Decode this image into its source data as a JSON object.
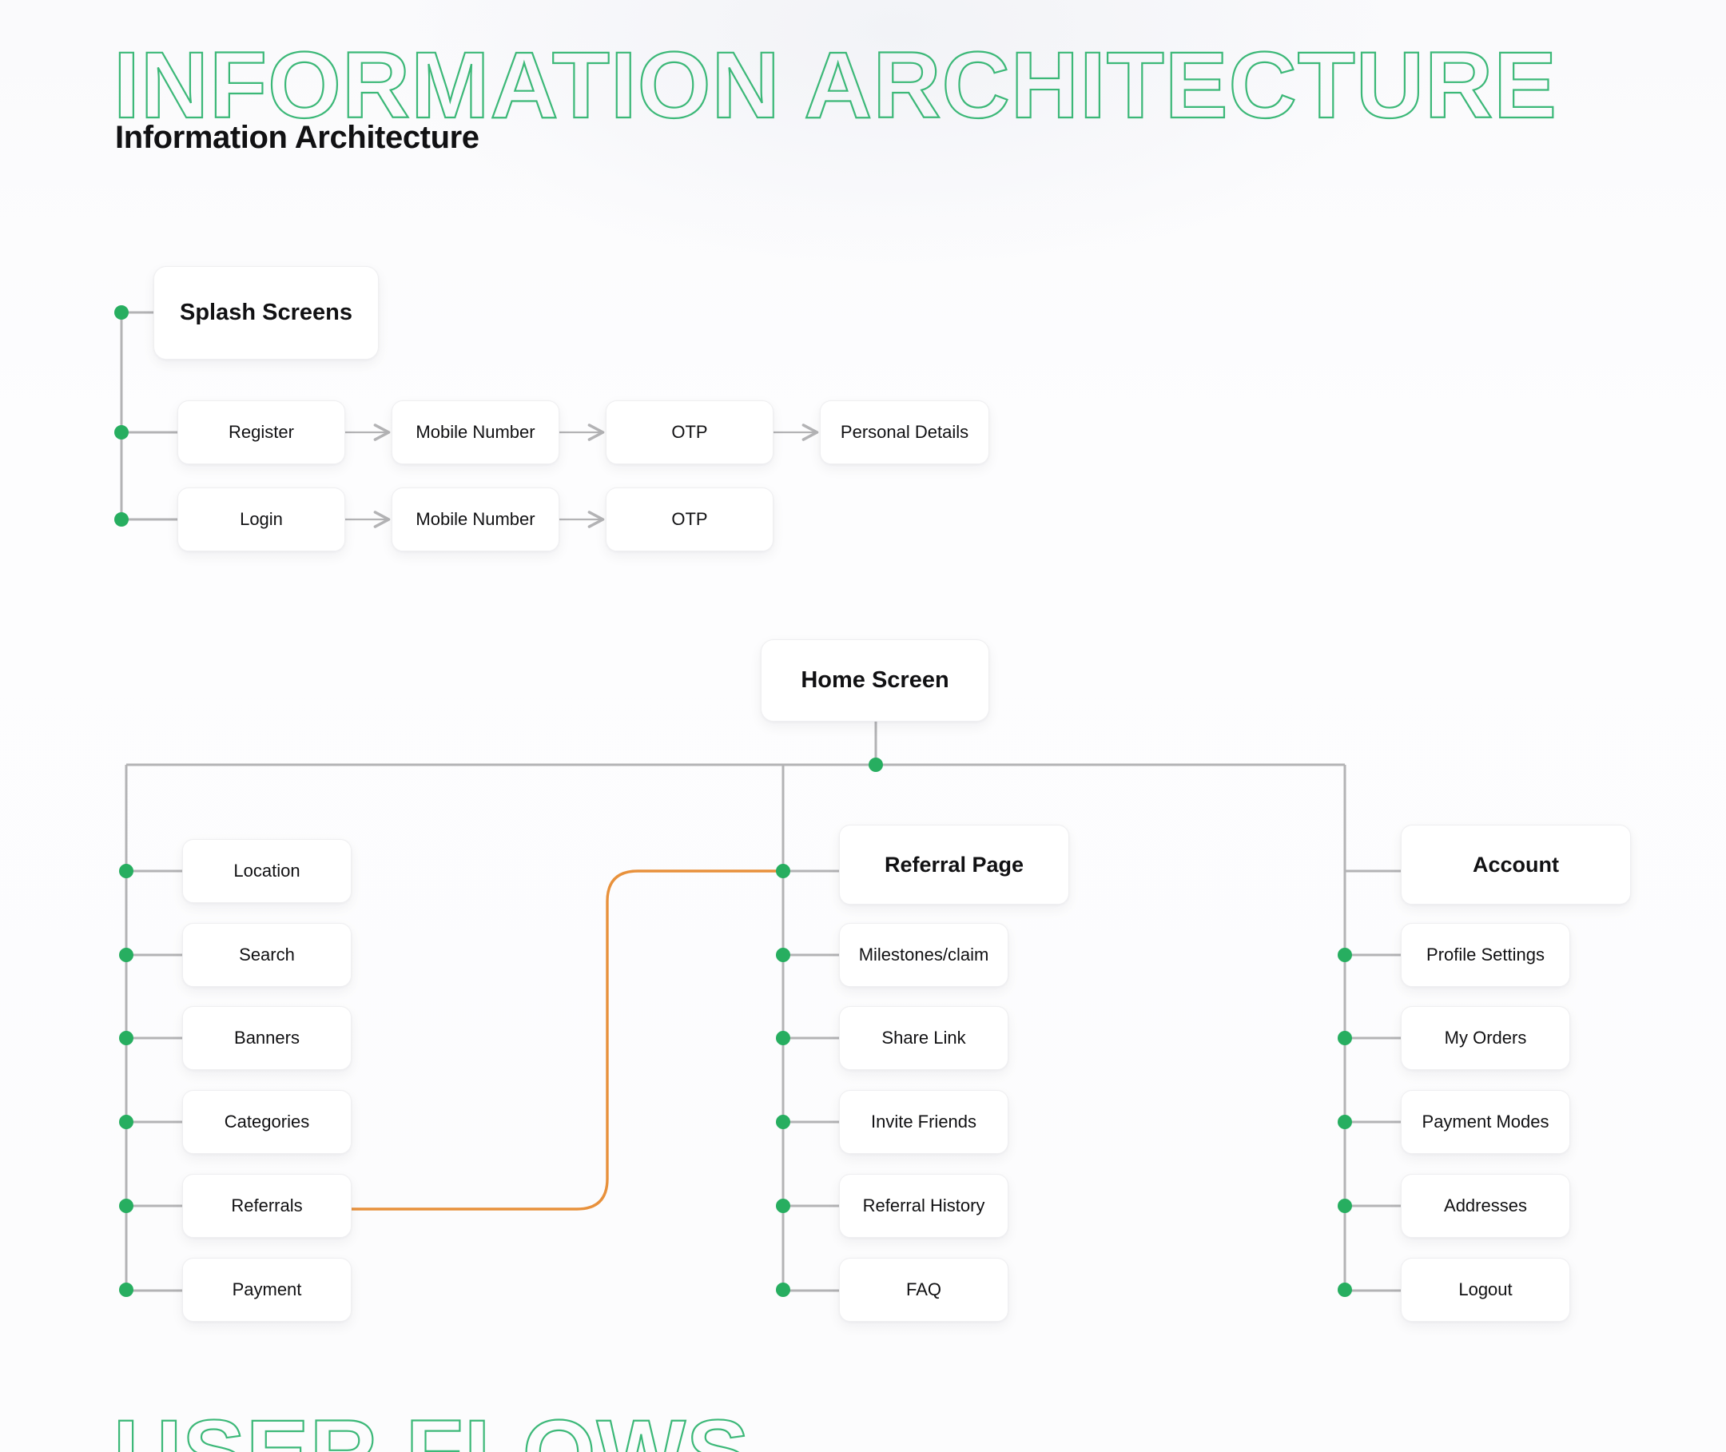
{
  "page": {
    "title_outline": "INFORMATION ARCHITECTURE",
    "title_solid": "Information Architecture",
    "footer_outline": "USER FLOWS",
    "accent_green": "#27ae60",
    "outline_green": "#3cb878",
    "accent_orange": "#e8913c",
    "line_gray": "#b3b3b5",
    "background": "#fcfcfd"
  },
  "auth_section": {
    "root": {
      "label": "Splash Screens"
    },
    "flows": [
      {
        "steps": [
          {
            "label": "Register"
          },
          {
            "label": "Mobile Number"
          },
          {
            "label": "OTP"
          },
          {
            "label": "Personal Details"
          }
        ]
      },
      {
        "steps": [
          {
            "label": "Login"
          },
          {
            "label": "Mobile Number"
          },
          {
            "label": "OTP"
          }
        ]
      }
    ]
  },
  "home_section": {
    "root": {
      "label": "Home Screen"
    },
    "columns": [
      {
        "name": "home-features",
        "items": [
          {
            "label": "Location"
          },
          {
            "label": "Search"
          },
          {
            "label": "Banners"
          },
          {
            "label": "Categories"
          },
          {
            "label": "Referrals"
          },
          {
            "label": "Payment"
          }
        ]
      },
      {
        "name": "referral",
        "header": {
          "label": "Referral Page"
        },
        "items": [
          {
            "label": "Milestones/claim"
          },
          {
            "label": "Share Link"
          },
          {
            "label": "Invite Friends"
          },
          {
            "label": "Referral History"
          },
          {
            "label": "FAQ"
          }
        ]
      },
      {
        "name": "account",
        "header": {
          "label": "Account"
        },
        "items": [
          {
            "label": "Profile Settings"
          },
          {
            "label": "My Orders"
          },
          {
            "label": "Payment Modes"
          },
          {
            "label": "Addresses"
          },
          {
            "label": "Logout"
          }
        ]
      }
    ],
    "cross_link": {
      "from": "Referrals",
      "to": "Referral Page",
      "color": "#e8913c"
    }
  }
}
